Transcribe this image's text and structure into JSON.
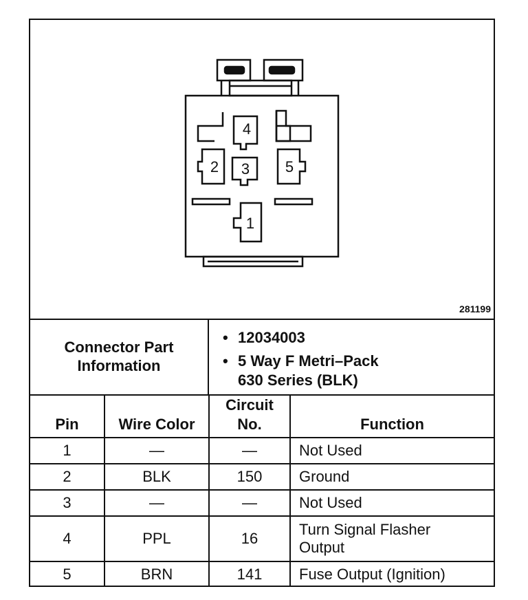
{
  "figure": {
    "id": "281199",
    "pin_labels": [
      "1",
      "2",
      "3",
      "4",
      "5"
    ]
  },
  "connector_info": {
    "label_line1": "Connector Part",
    "label_line2": "Information",
    "bullet_symbol": "•",
    "part_number": "12034003",
    "description_line1": "5 Way F Metri–Pack",
    "description_line2": "630 Series (BLK)"
  },
  "table": {
    "headers": {
      "pin": "Pin",
      "wire_color": "Wire Color",
      "circuit_line1": "Circuit",
      "circuit_line2": "No.",
      "function": "Function"
    },
    "rows": [
      {
        "pin": "1",
        "wire_color": "—",
        "circuit": "—",
        "function_line1": "Not Used",
        "function_line2": ""
      },
      {
        "pin": "2",
        "wire_color": "BLK",
        "circuit": "150",
        "function_line1": "Ground",
        "function_line2": ""
      },
      {
        "pin": "3",
        "wire_color": "—",
        "circuit": "—",
        "function_line1": "Not Used",
        "function_line2": ""
      },
      {
        "pin": "4",
        "wire_color": "PPL",
        "circuit": "16",
        "function_line1": "Turn Signal Flasher",
        "function_line2": "Output"
      },
      {
        "pin": "5",
        "wire_color": "BRN",
        "circuit": "141",
        "function_line1": "Fuse Output (Ignition)",
        "function_line2": ""
      }
    ]
  }
}
